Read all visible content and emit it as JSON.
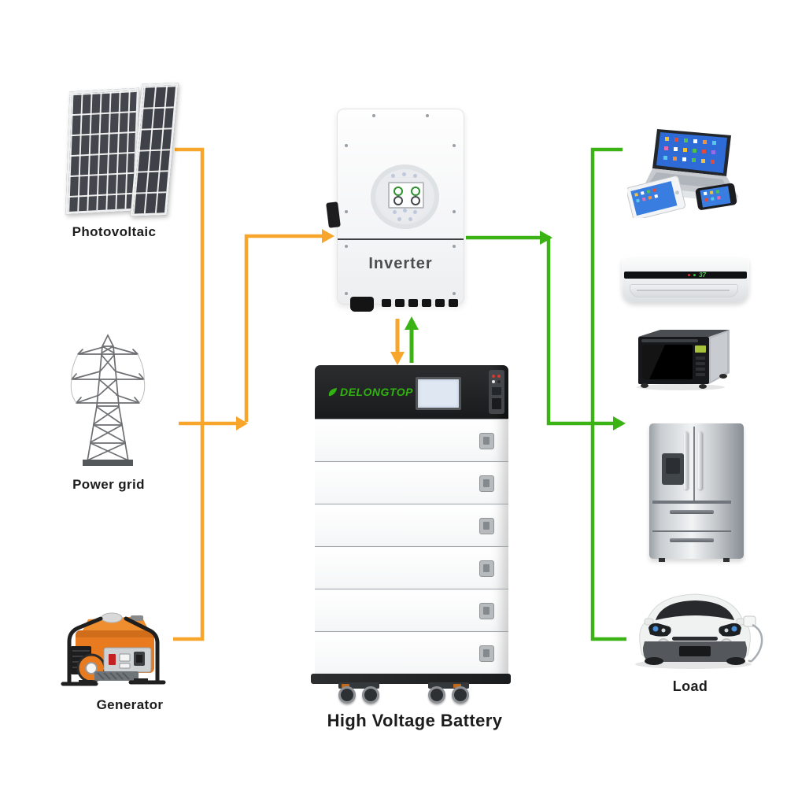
{
  "colors": {
    "orange": "#F7A62B",
    "green": "#3CB315",
    "label": "#1c1c1c",
    "inverter-label": "#4d4d4d",
    "brand-green": "#31B30F",
    "ac-display-green": "#4ed34e"
  },
  "nodes": {
    "photovoltaic": {
      "label": "Photovoltaic"
    },
    "power_grid": {
      "label": "Power grid"
    },
    "generator": {
      "label": "Generator"
    },
    "inverter": {
      "label": "Inverter"
    },
    "battery": {
      "label": "High Voltage Battery",
      "brand": "DELONGTOP"
    },
    "load": {
      "label": "Load",
      "ac_display": "37"
    }
  },
  "load_items": [
    "laptop-tablet-smartphone",
    "air-conditioner",
    "microwave-oven",
    "refrigerator",
    "electric-car-charging"
  ],
  "connections": [
    {
      "from": "photovoltaic",
      "to": "inverter",
      "color": "orange"
    },
    {
      "from": "power_grid",
      "to": "inverter",
      "color": "orange"
    },
    {
      "from": "generator",
      "to": "inverter",
      "color": "orange"
    },
    {
      "from": "inverter",
      "to": "battery",
      "color": "orange",
      "meaning": "charge"
    },
    {
      "from": "battery",
      "to": "inverter",
      "color": "green",
      "meaning": "discharge"
    },
    {
      "from": "inverter",
      "to": "load",
      "color": "green"
    }
  ]
}
